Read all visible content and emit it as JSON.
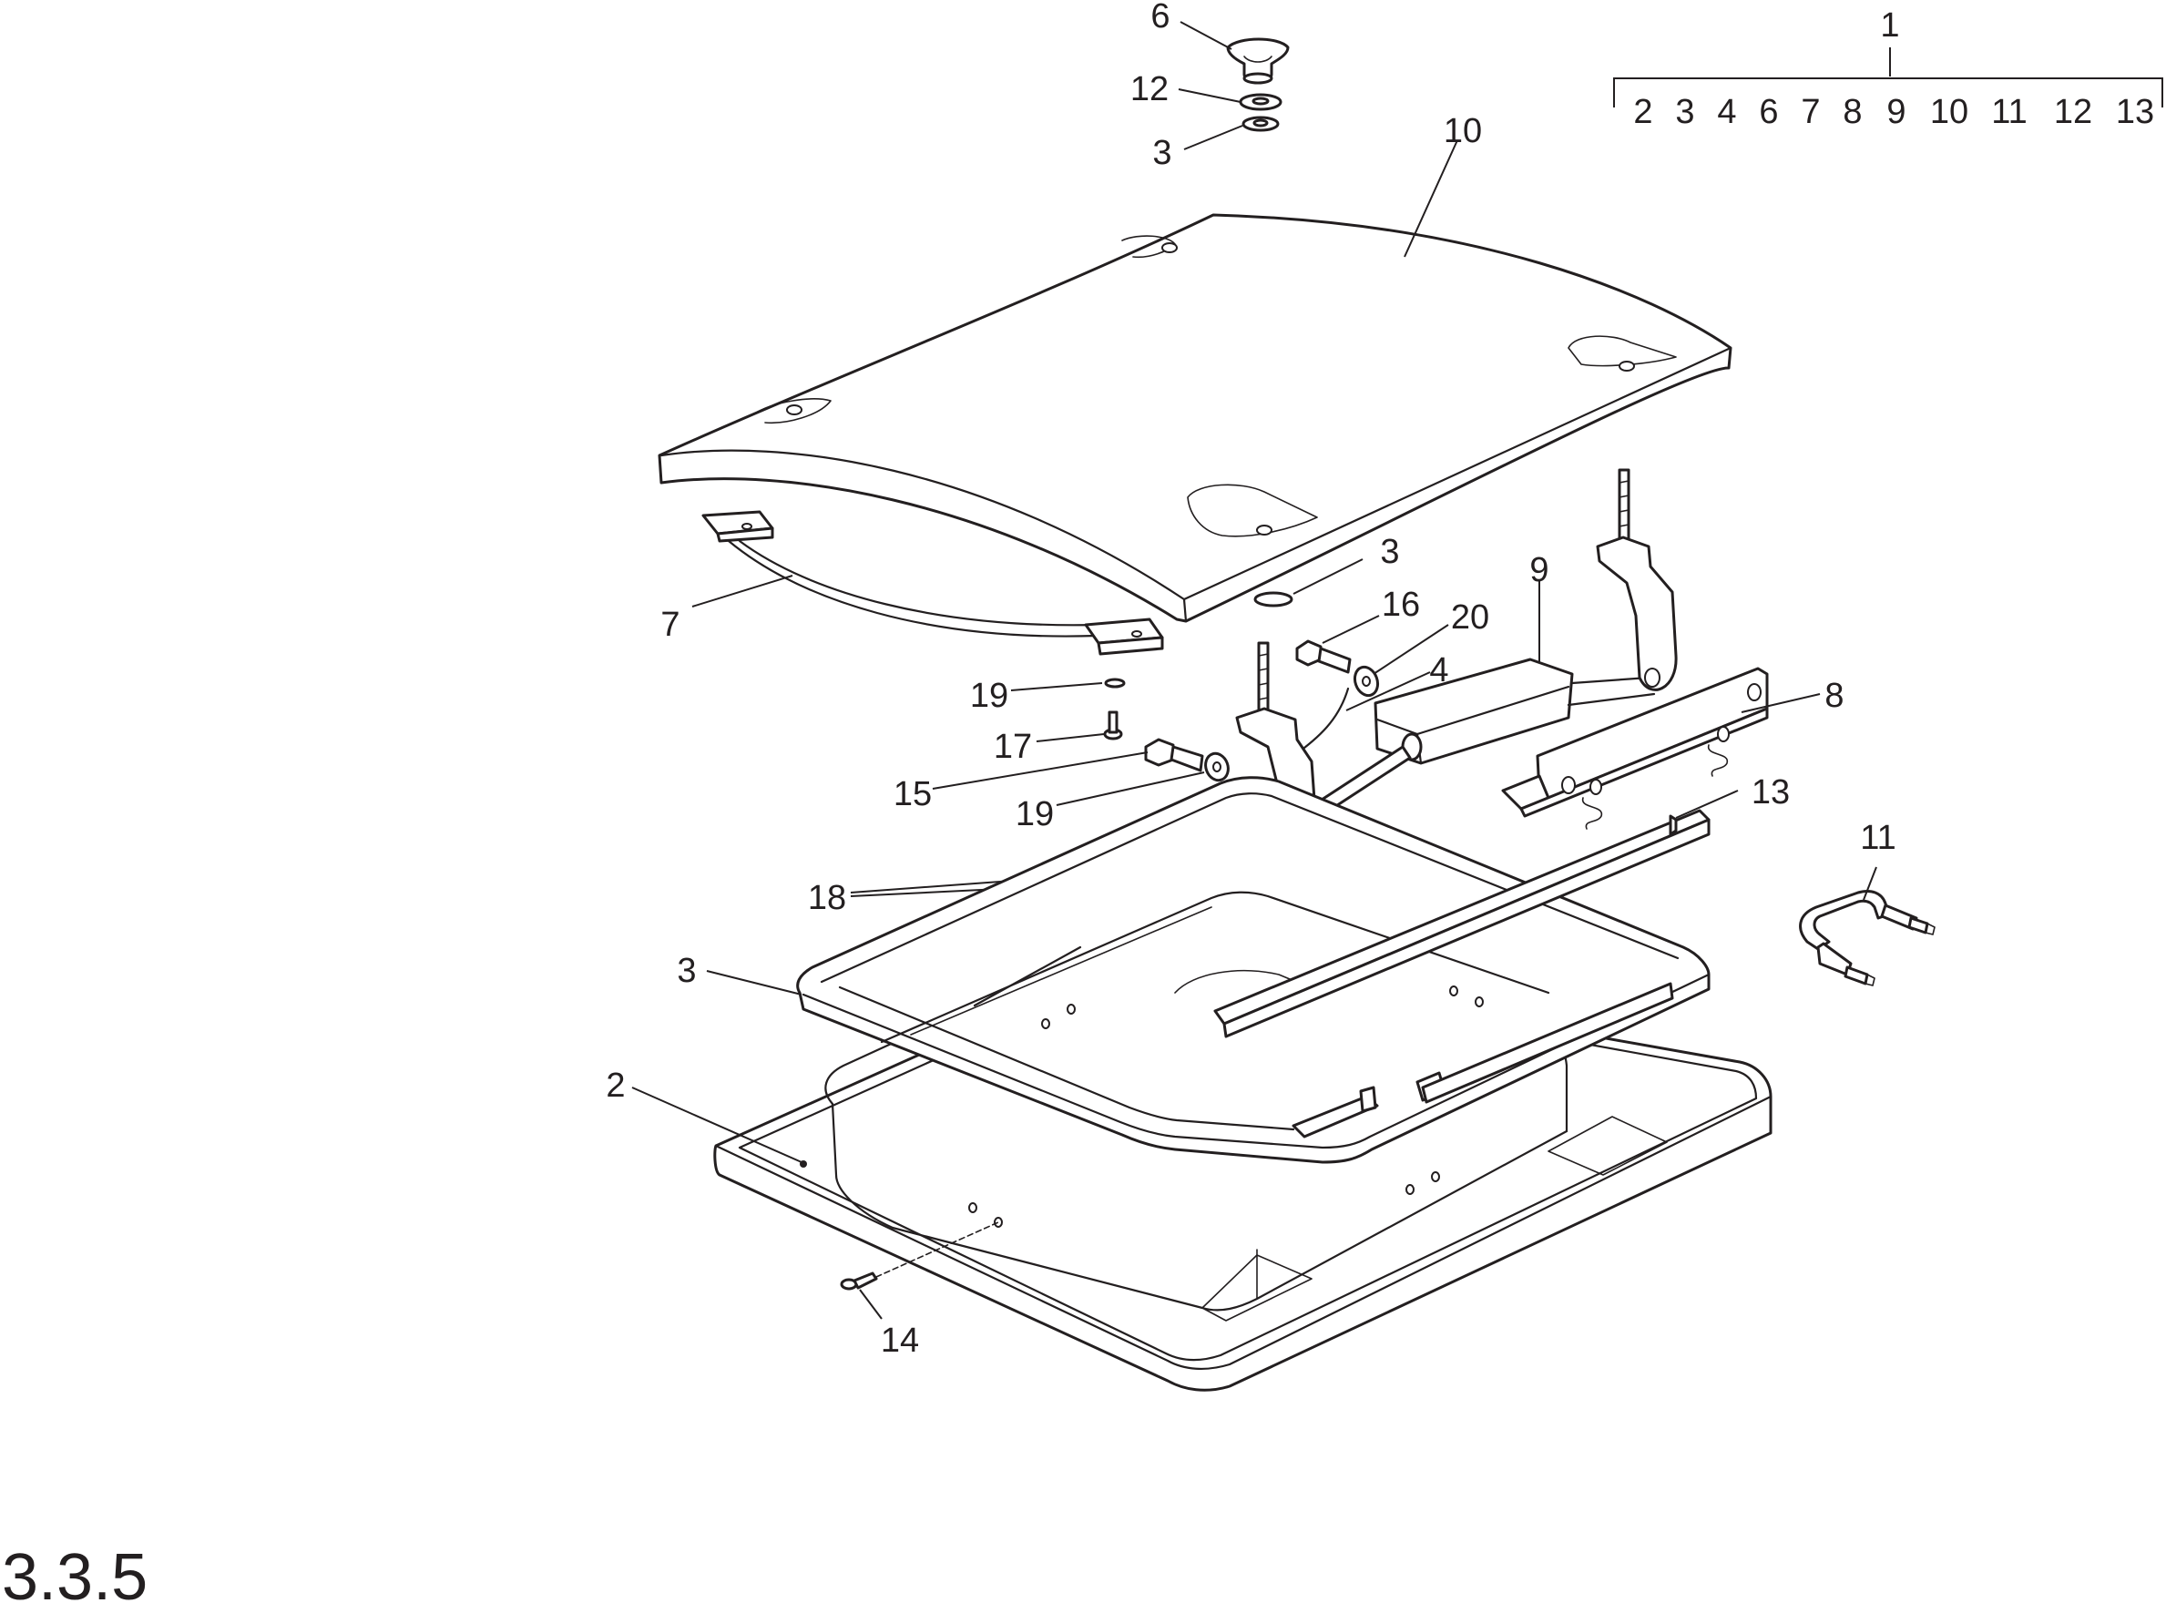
{
  "section_number": "3.3.5",
  "assembly": {
    "number": "1",
    "contents": [
      "2",
      "3",
      "4",
      "6",
      "7",
      "8",
      "9",
      "10",
      "11",
      "12",
      "13"
    ]
  },
  "callouts": {
    "c6": "6",
    "c12": "12",
    "c3_top": "3",
    "c10": "10",
    "c3_mid": "3",
    "c7": "7",
    "c16": "16",
    "c20": "20",
    "c9": "9",
    "c4": "4",
    "c8": "8",
    "c19_top": "19",
    "c17": "17",
    "c15": "15",
    "c19_bot": "19",
    "c13": "13",
    "c11": "11",
    "c18": "18",
    "c3_frame": "3",
    "c2": "2",
    "c14": "14"
  },
  "parts": {
    "knob": "knob-icon",
    "lid": "roof-hatch-lid",
    "frame": "hatch-frame",
    "base": "base-frame",
    "actuator": "gas-strut",
    "rail": "guide-rail",
    "handle": "u-handle",
    "screw": "screw-icon"
  }
}
